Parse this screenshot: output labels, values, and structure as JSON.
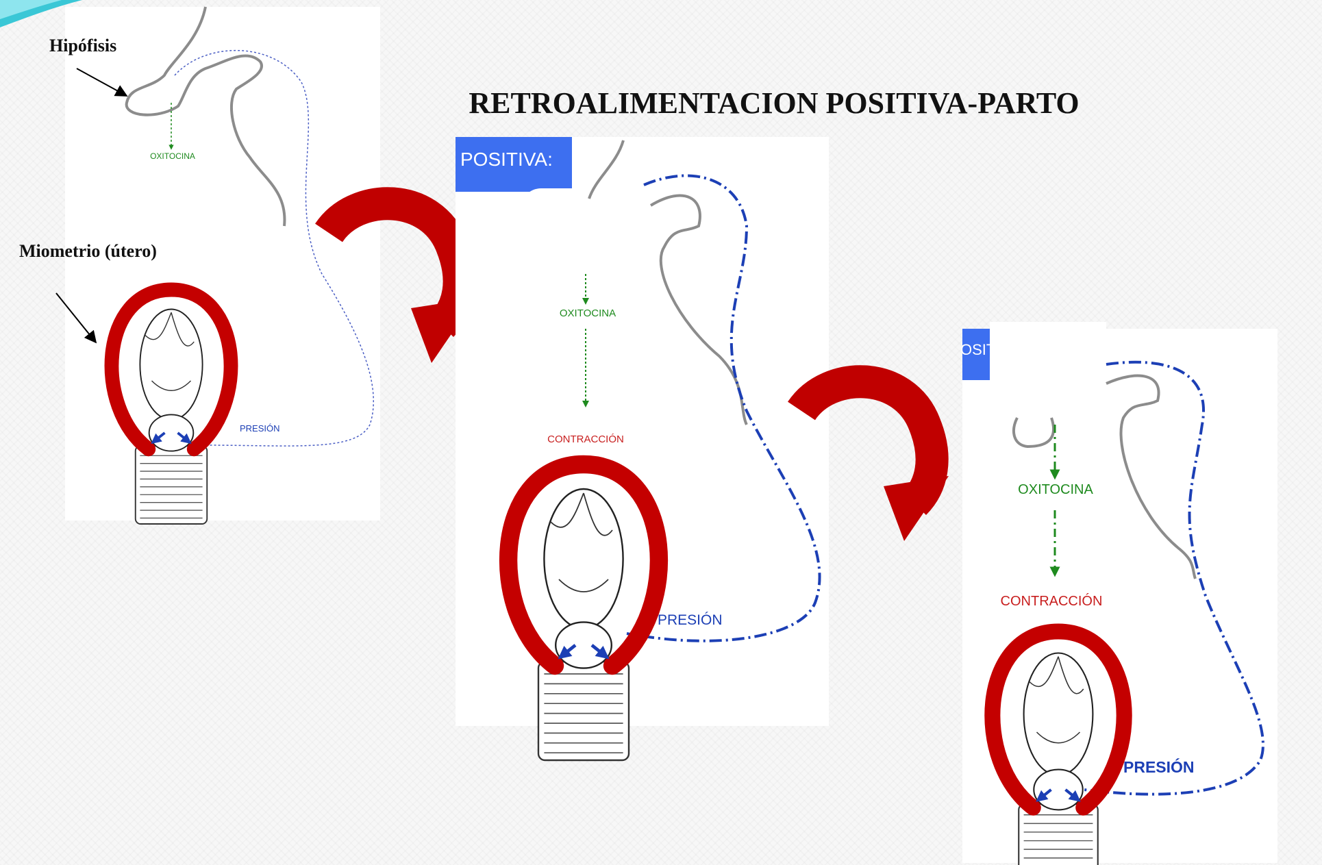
{
  "slide": {
    "title": "RETROALIMENTACION POSITIVA-PARTO",
    "labels": {
      "hipofisis": "Hipófisis",
      "miometrio": "Miometrio (útero)"
    }
  },
  "panels": [
    {
      "oxytocin": "OXITOCINA",
      "contraction": "",
      "pressure": "PRESIÓN",
      "tab": ""
    },
    {
      "oxytocin": "OXITOCINA",
      "contraction": "CONTRACCIÓN",
      "pressure": "PRESIÓN",
      "tab": "POSITIVA:"
    },
    {
      "oxytocin": "OXITOCINA",
      "contraction": "CONTRACCIÓN",
      "pressure": "PRESIÓN",
      "tab": "OSIT"
    }
  ],
  "colors": {
    "uterus": "#c40000",
    "arrow": "#c00000",
    "pressure_line": "#1c3fb5",
    "oxytocin": "#1e8a1e",
    "contraction": "#c81e1e",
    "tab_bg": "#3d6ff0",
    "outline": "#8c8c8c"
  },
  "icons": {
    "cycle_arrows": "curved-arrow-icon",
    "pointer": "pointer-arrow-icon"
  }
}
